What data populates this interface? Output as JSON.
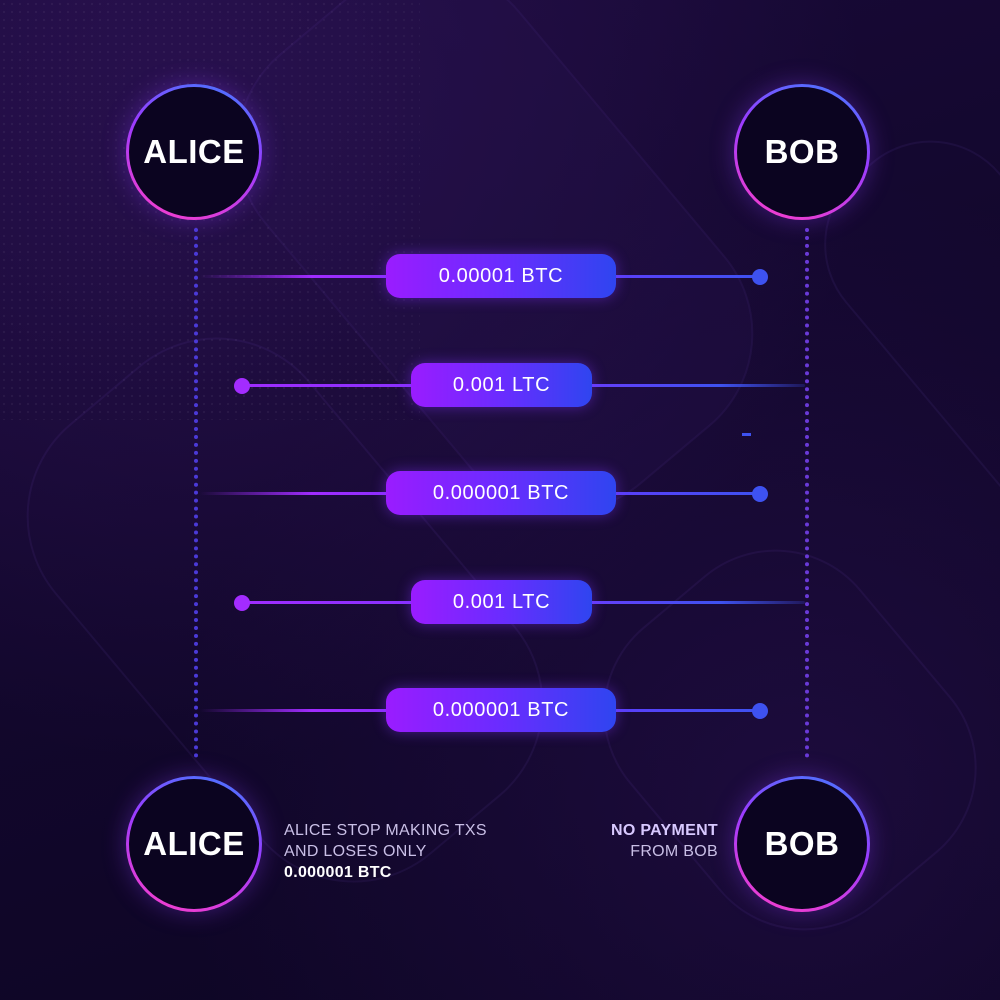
{
  "participants": {
    "top_left": "ALICE",
    "top_right": "BOB",
    "bottom_left": "ALICE",
    "bottom_right": "BOB"
  },
  "transactions": [
    {
      "amount": "0.00001 BTC",
      "direction": "alice-to-bob"
    },
    {
      "amount": "0.001 LTC",
      "direction": "bob-to-alice"
    },
    {
      "amount": "0.000001 BTC",
      "direction": "alice-to-bob"
    },
    {
      "amount": "0.001 LTC",
      "direction": "bob-to-alice"
    },
    {
      "amount": "0.000001 BTC",
      "direction": "alice-to-bob"
    }
  ],
  "notes": {
    "alice_line1": "ALICE STOP MAKING TXS",
    "alice_line2": "AND LOSES ONLY",
    "alice_line3": "0.000001 BTC",
    "bob_line1": "NO PAYMENT",
    "bob_line2": "FROM BOB"
  },
  "colors": {
    "background": "#12072c",
    "pill_start": "#9a1cff",
    "pill_end": "#2f45f0",
    "ring_pink": "#ff3ec8",
    "ring_blue": "#3f7cff"
  }
}
